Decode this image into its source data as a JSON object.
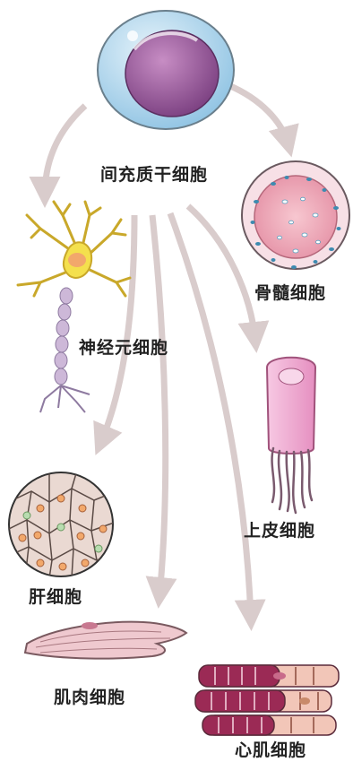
{
  "labels": {
    "stem_cell": "间充质干细胞",
    "bone_marrow_cell": "骨髓细胞",
    "nerve_cell": "神经元细胞",
    "epithelial_cell": "上皮细胞",
    "liver_cell": "肝细胞",
    "muscle_cell": "肌肉细胞",
    "cardiac_cell": "心肌细胞"
  },
  "colors": {
    "arrow": "#d9cccc",
    "stem_outer": "#b9dbee",
    "stem_nucleus": "#8e4f92",
    "bone_marrow": "#f4b7c4",
    "neuron": "#f4e04d",
    "axon": "#cdb8d8",
    "epithelial": "#f3b3d6",
    "liver": "#ead9d2",
    "muscle": "#efc9cf",
    "cardiac": "#9b2a55",
    "cardiac_light": "#f2c6b8"
  }
}
